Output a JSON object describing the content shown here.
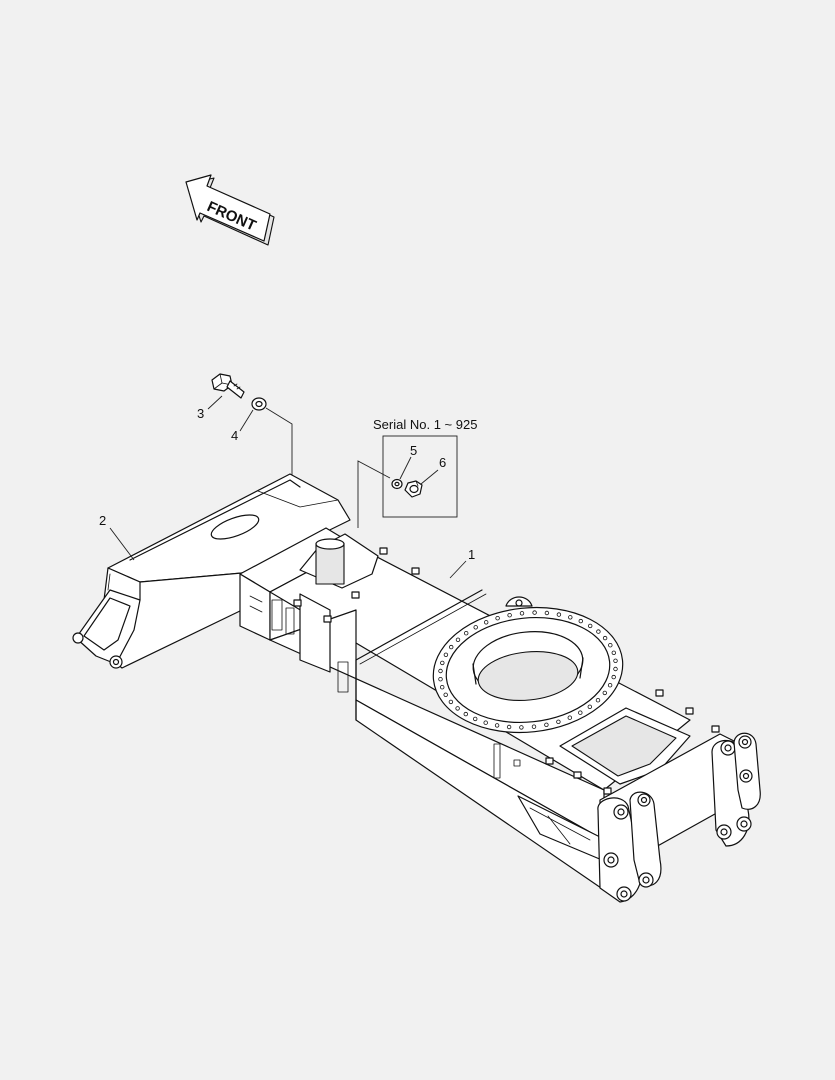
{
  "figure": {
    "direction_label": "FRONT",
    "serial_note": "Serial No. 1 ~ 925",
    "callouts": {
      "c1": "1",
      "c2": "2",
      "c3": "3",
      "c4": "4",
      "c5": "5",
      "c6": "6"
    }
  },
  "colors": {
    "background": "#f1f1f1",
    "line": "#111111",
    "fill": "#ffffff",
    "shade": "#e6e6e6"
  }
}
